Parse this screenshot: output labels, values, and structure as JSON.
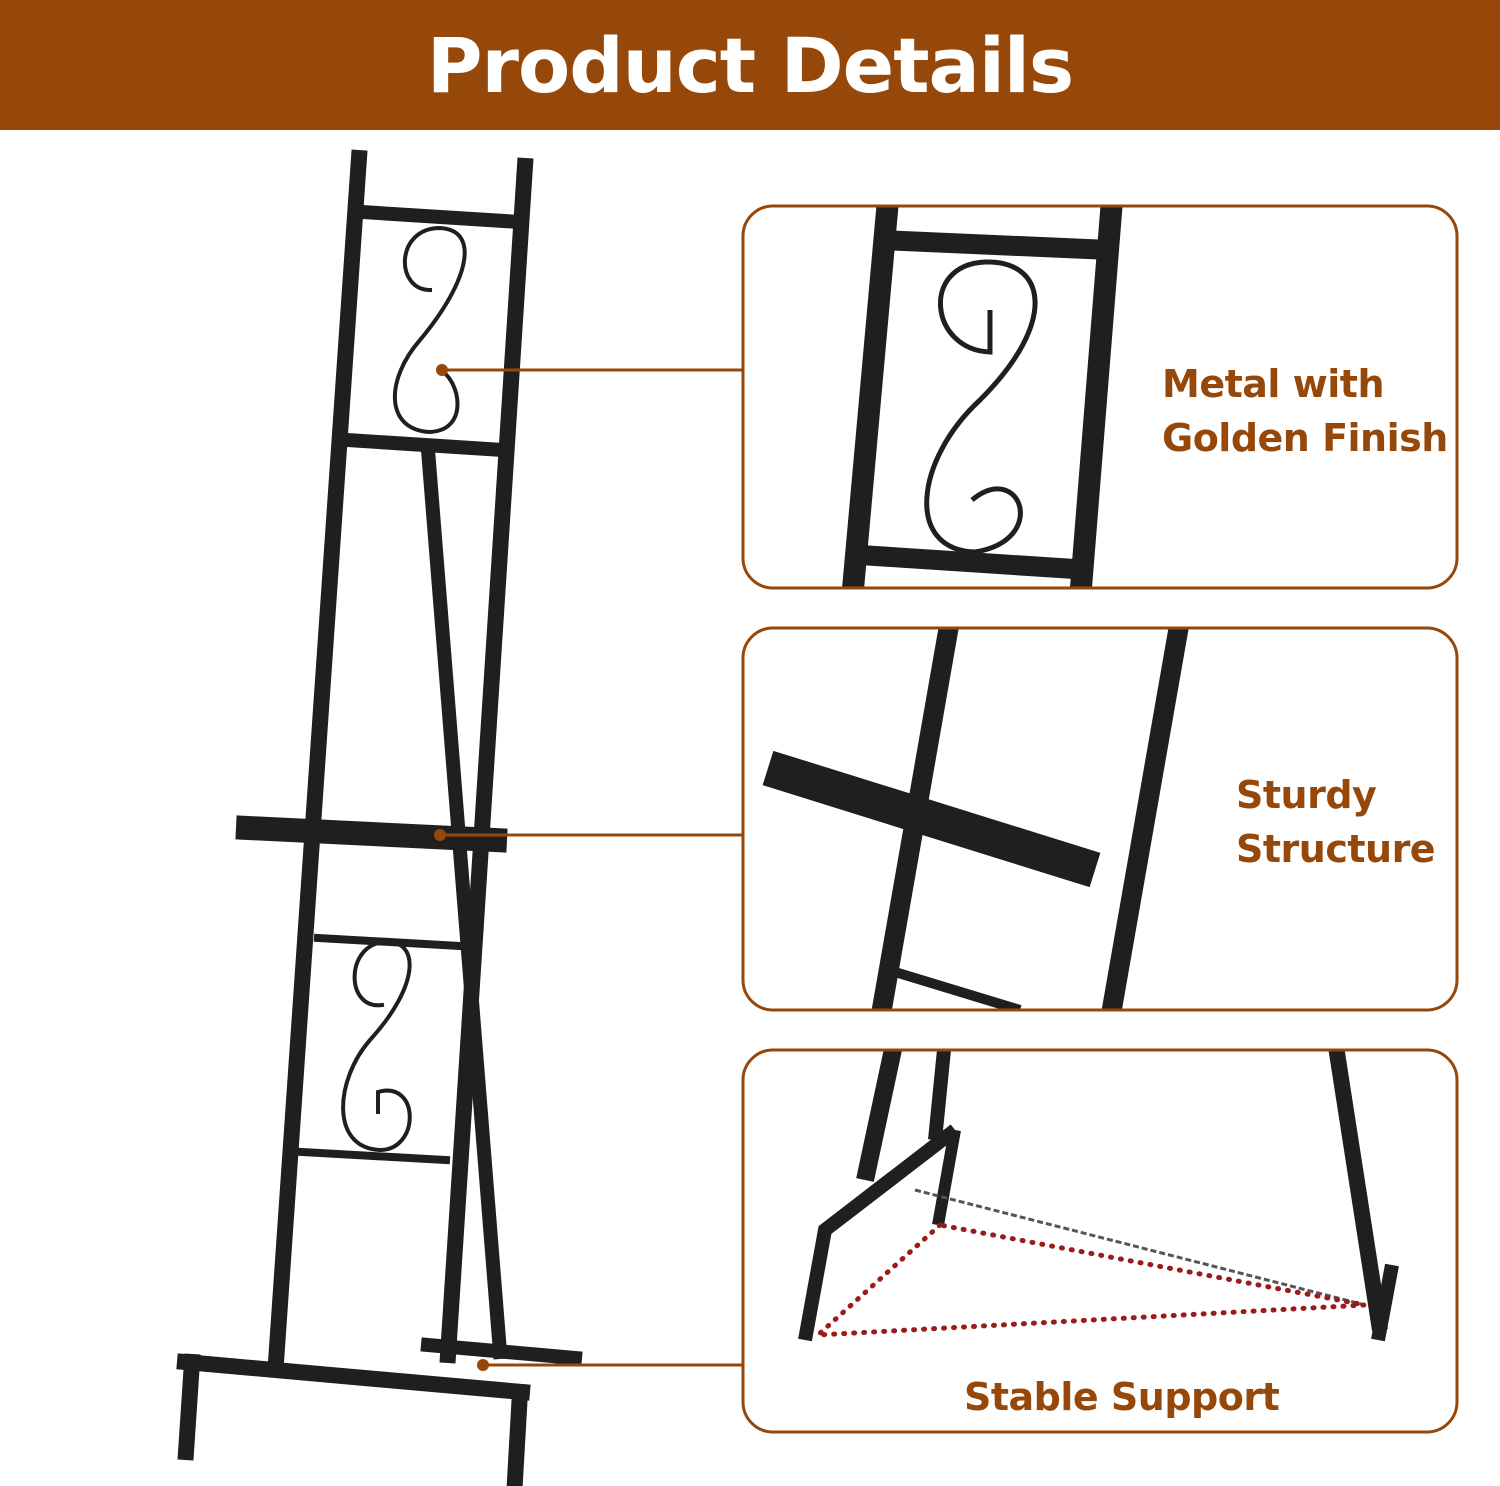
{
  "header": {
    "title": "Product Details"
  },
  "features": [
    {
      "line1": "Metal with",
      "line2": "Golden Finish"
    },
    {
      "line1": "Sturdy",
      "line2": "Structure"
    },
    {
      "line1": "Stable Support"
    }
  ],
  "colors": {
    "brand": "#96480a",
    "frame": "#1f1f1f",
    "chain_dots": "#9b1b1b"
  }
}
